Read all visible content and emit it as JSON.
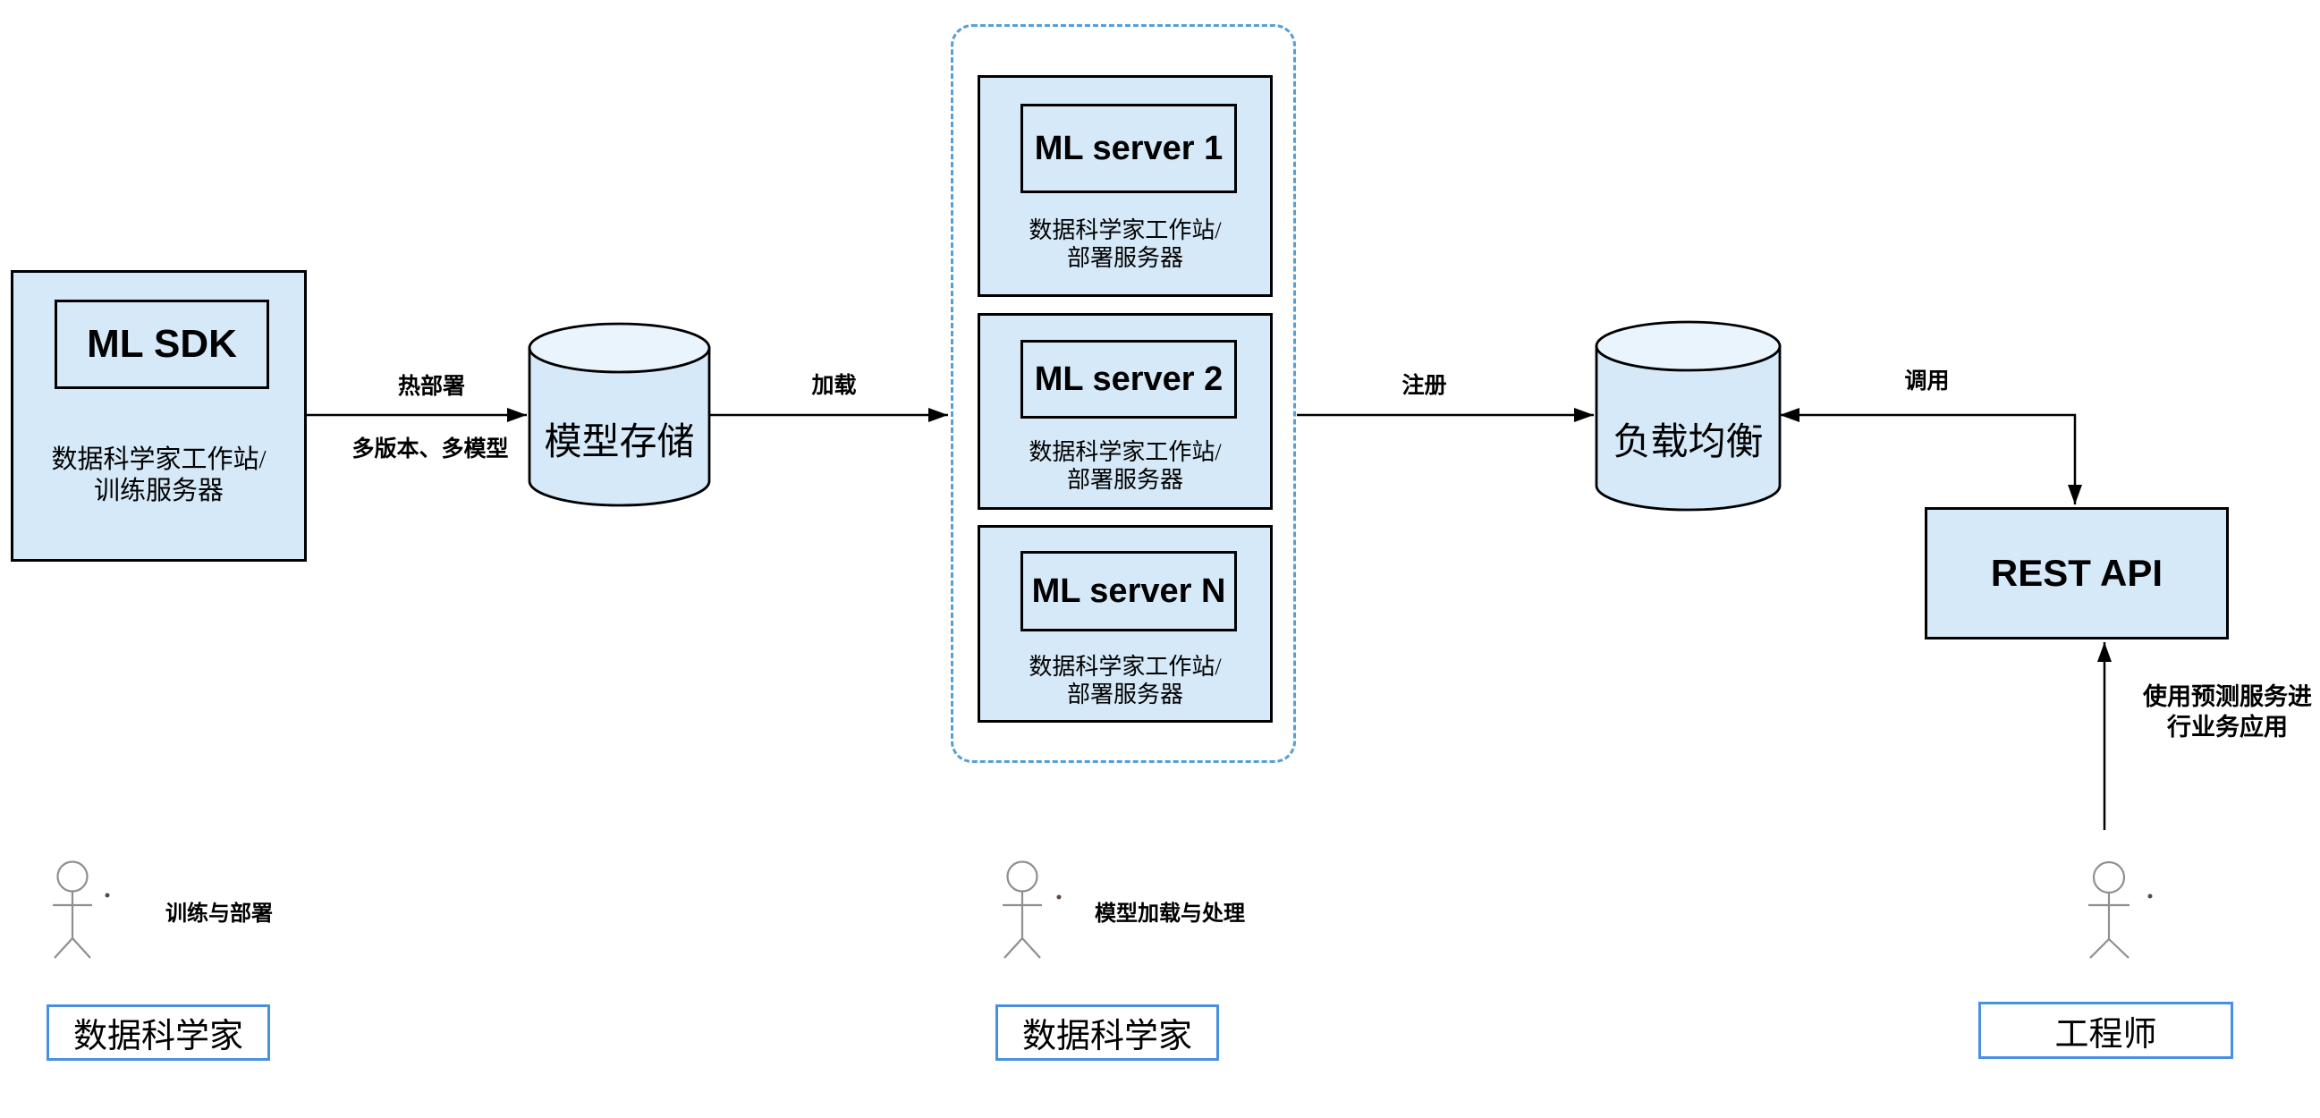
{
  "colors": {
    "box_fill": "#d6e9f8",
    "box_border": "#000000",
    "cylinder_top_fill": "#eaf4fc",
    "dashed_border": "#55a0d7",
    "actor_box_border": "#4a90e2",
    "figure_stroke": "#8f8f8f",
    "connector": "#000000"
  },
  "nodes": {
    "ml_sdk": {
      "title": "ML SDK",
      "sub1": "数据科学家工作站/",
      "sub2": "训练服务器"
    },
    "model_store": {
      "label": "模型存储"
    },
    "servers": [
      {
        "title": "ML server 1",
        "sub1": "数据科学家工作站/",
        "sub2": "部署服务器"
      },
      {
        "title": "ML server 2",
        "sub1": "数据科学家工作站/",
        "sub2": "部署服务器"
      },
      {
        "title": "ML server N",
        "sub1": "数据科学家工作站/",
        "sub2": "部署服务器"
      }
    ],
    "load_balancer": {
      "label": "负载均衡"
    },
    "rest_api": {
      "label": "REST API"
    }
  },
  "edges": {
    "hot_deploy": "热部署",
    "multi_version": "多版本、多模型",
    "load": "加载",
    "register": "注册",
    "invoke": "调用",
    "use_service_line1": "使用预测服务进",
    "use_service_line2": "行业务应用"
  },
  "actors": [
    {
      "activity": "训练与部署",
      "name": "数据科学家"
    },
    {
      "activity": "模型加载与处理",
      "name": "数据科学家"
    },
    {
      "activity": "",
      "name": "工程师"
    }
  ]
}
